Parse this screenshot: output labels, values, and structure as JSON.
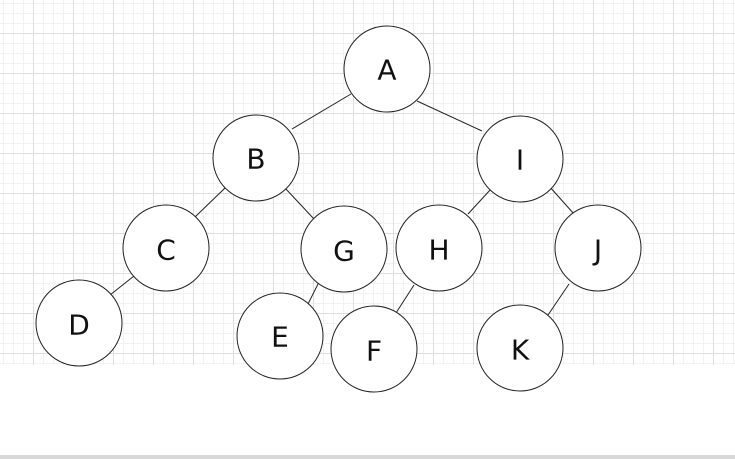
{
  "diagram": {
    "nodes": [
      {
        "id": "A",
        "label": "A"
      },
      {
        "id": "B",
        "label": "B"
      },
      {
        "id": "I",
        "label": "I"
      },
      {
        "id": "C",
        "label": "C"
      },
      {
        "id": "G",
        "label": "G"
      },
      {
        "id": "H",
        "label": "H"
      },
      {
        "id": "J",
        "label": "J"
      },
      {
        "id": "D",
        "label": "D"
      },
      {
        "id": "E",
        "label": "E"
      },
      {
        "id": "F",
        "label": "F"
      },
      {
        "id": "K",
        "label": "K"
      }
    ],
    "edges": [
      {
        "from": "A",
        "to": "B"
      },
      {
        "from": "A",
        "to": "I"
      },
      {
        "from": "B",
        "to": "C"
      },
      {
        "from": "B",
        "to": "G"
      },
      {
        "from": "C",
        "to": "D"
      },
      {
        "from": "G",
        "to": "E"
      },
      {
        "from": "I",
        "to": "H"
      },
      {
        "from": "I",
        "to": "J"
      },
      {
        "from": "H",
        "to": "F"
      },
      {
        "from": "J",
        "to": "K"
      }
    ]
  }
}
